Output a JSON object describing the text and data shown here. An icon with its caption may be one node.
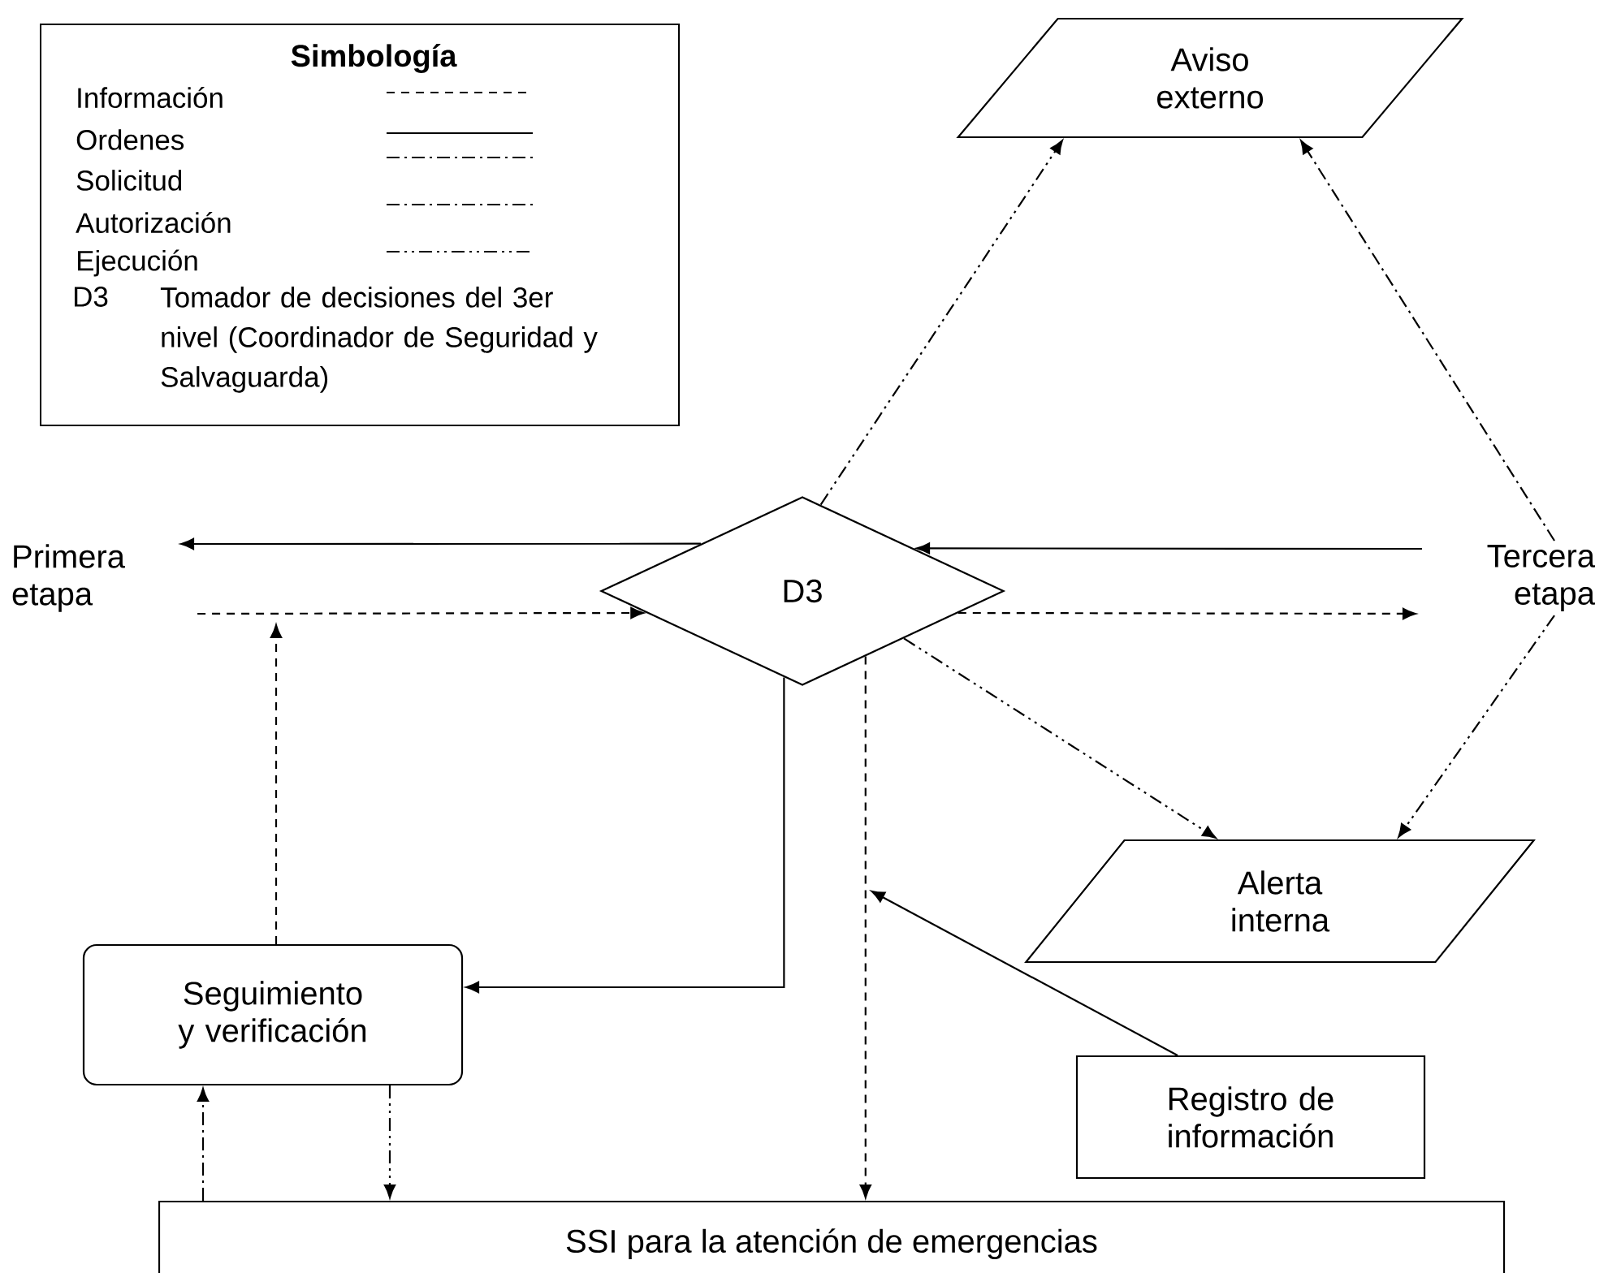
{
  "diagram": {
    "nodes": [
      {
        "text": [
          "Primera etapa"
        ]
      },
      {
        "text": [
          "D3"
        ]
      },
      {
        "text": [
          "Tercera etapa"
        ]
      },
      {
        "text": [
          "Aviso externo"
        ]
      },
      {
        "text": [
          "Alerta interna"
        ]
      },
      {
        "text": [
          "Seguimiento y verificación"
        ]
      },
      {
        "text": [
          "Registro de información"
        ]
      },
      {
        "text": [
          "SSI para la atención de emergencias"
        ]
      }
    ],
    "edges": [
      {
        "from": 1,
        "to": 0,
        "arrow": "to"
      },
      {
        "from": 0,
        "to": 1,
        "arrow": "to",
        "style": "dashed"
      },
      {
        "from": 5,
        "to": null,
        "arrow": "to",
        "style": "dashed"
      },
      {
        "from": 1,
        "to": 3,
        "arrow": "to",
        "style": "dashed"
      },
      {
        "from": 2,
        "to": 3,
        "arrow": "to",
        "style": "dashed"
      },
      {
        "from": 2,
        "to": 1,
        "arrow": "to"
      },
      {
        "from": 1,
        "to": 2,
        "arrow": "to",
        "style": "dashed"
      },
      {
        "from": 1,
        "to": 4,
        "arrow": "to",
        "style": "dashed"
      },
      {
        "from": 2,
        "to": 4,
        "arrow": "to",
        "style": "dashed"
      },
      {
        "from": 1,
        "to": 5,
        "arrow": "to"
      },
      {
        "from": 1,
        "to": 7,
        "arrow": "to",
        "style": "dashed"
      },
      {
        "from": 6,
        "to": null,
        "arrow": "to"
      },
      {
        "from": 7,
        "to": 5,
        "arrow": "to",
        "style": "dashed"
      },
      {
        "from": 5,
        "to": 7,
        "arrow": "to",
        "style": "dashed"
      }
    ],
    "labels": [
      "Simbología",
      "D3",
      "Tomador de decisiones del 3er nivel (Coordinador de Seguridad y Salvaguarda)"
    ],
    "legend": [
      {
        "text": "Información"
      },
      {
        "text": "Ordenes"
      },
      {
        "text": "Solicitud"
      },
      {
        "text": "Autorización"
      },
      {
        "text": "Ejecución"
      }
    ]
  }
}
